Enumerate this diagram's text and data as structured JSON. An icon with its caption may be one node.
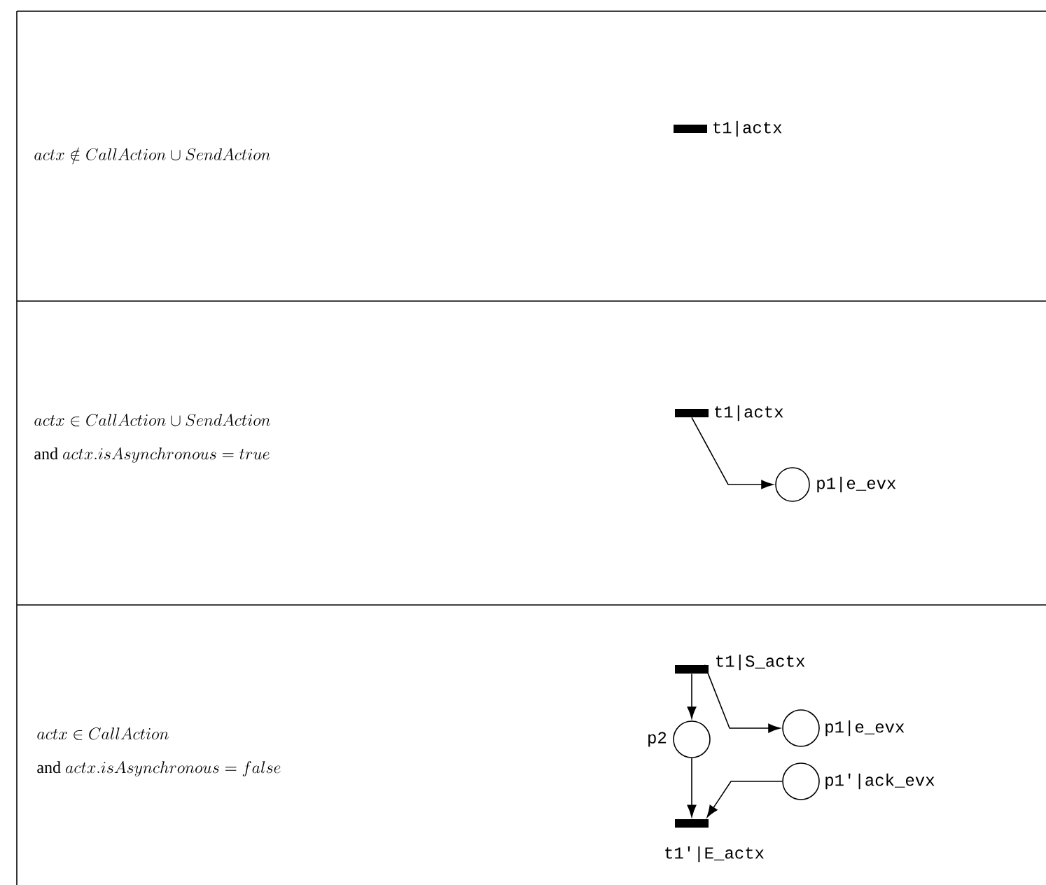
{
  "diagram": {
    "nodes": [
      {
        "text": [],
        "shape": "bar",
        "beside": [
          "t1|actx"
        ]
      },
      {
        "text": [],
        "shape": "bar",
        "beside": [
          "t1|actx"
        ]
      },
      {
        "text": [],
        "shape": "circle",
        "beside": [
          "p1|e_evx"
        ]
      },
      {
        "text": [],
        "shape": "bar",
        "beside": [
          "t1|S_actx"
        ]
      },
      {
        "text": [],
        "shape": "circle",
        "beside": [
          "p2"
        ]
      },
      {
        "text": [],
        "shape": "circle",
        "beside": [
          "p1|e_evx"
        ]
      },
      {
        "text": [],
        "shape": "circle",
        "beside": [
          "p1'|ack_evx"
        ]
      },
      {
        "text": [],
        "shape": "bar",
        "beside": [
          "t1'|E_actx"
        ]
      }
    ],
    "edges": [
      {
        "from": 1,
        "to": 2,
        "arrow": "to"
      },
      {
        "from": 3,
        "to": 4,
        "arrow": "to"
      },
      {
        "from": 3,
        "to": 5,
        "arrow": "to"
      },
      {
        "from": 4,
        "to": 7,
        "arrow": "to"
      },
      {
        "from": 6,
        "to": 7,
        "arrow": "to"
      }
    ],
    "labels": [
      "actx \\notin CallAction \\cup SendAction",
      "actx \\in CallAction \\cup SendAction",
      "\\mbox{and } actx.isAsynchronous = true",
      "actx \\in CallAction",
      "\\mbox{and } actx.isAsynchronous = false"
    ]
  }
}
